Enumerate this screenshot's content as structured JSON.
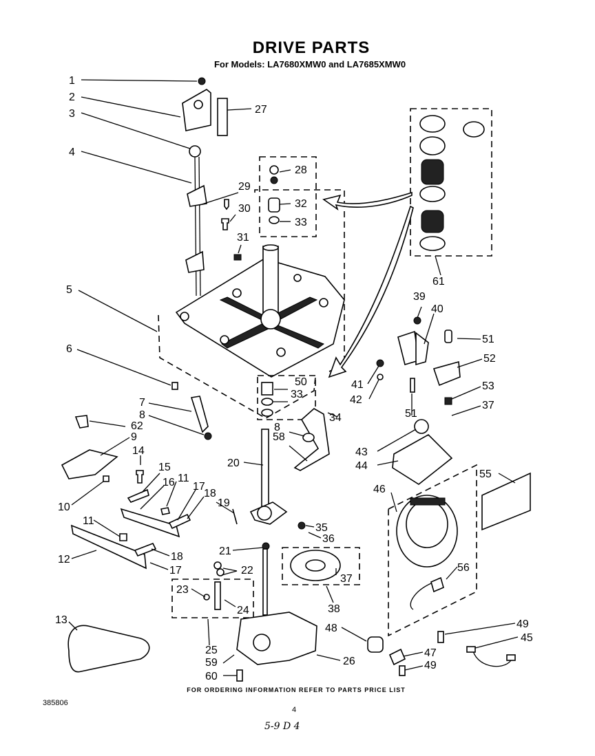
{
  "title": "DRIVE PARTS",
  "subtitle": "For Models: LA7680XMW0 and LA7685XMW0",
  "footer": "FOR ORDERING INFORMATION REFER TO PARTS PRICE LIST",
  "doc_number": "385806",
  "page_number": "4",
  "handwritten": "5-9 D 4",
  "callouts": [
    "1",
    "2",
    "3",
    "27",
    "4",
    "28",
    "29",
    "32",
    "30",
    "33",
    "31",
    "61",
    "5",
    "39",
    "40",
    "51",
    "52",
    "6",
    "50",
    "41",
    "33",
    "42",
    "51",
    "53",
    "7",
    "34",
    "37",
    "8",
    "62",
    "58",
    "9",
    "8",
    "43",
    "44",
    "14",
    "20",
    "55",
    "15",
    "11",
    "16",
    "17",
    "18",
    "46",
    "19",
    "10",
    "35",
    "11",
    "36",
    "21",
    "22",
    "56",
    "12",
    "18",
    "17",
    "37",
    "23",
    "24",
    "38",
    "13",
    "48",
    "49",
    "45",
    "25",
    "47",
    "59",
    "26",
    "49",
    "60"
  ]
}
